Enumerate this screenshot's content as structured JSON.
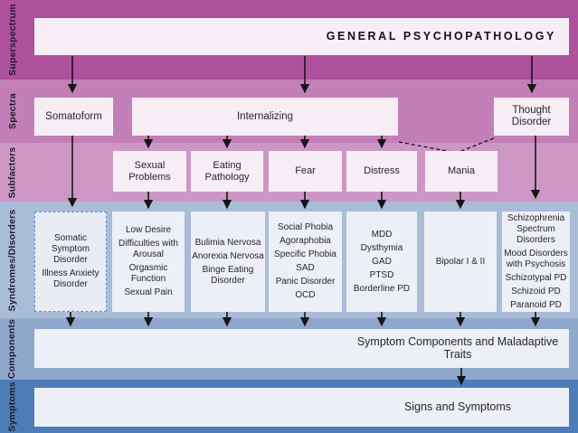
{
  "band_labels": {
    "superspectrum": "Superspectrum",
    "spectra": "Spectra",
    "subfactors": "Subfactors",
    "syndromes": "Syndromes/DIsorders",
    "components": "Components",
    "symptoms": "Symptoms"
  },
  "superspectrum": {
    "title": "GENERAL PSYCHOPATHOLOGY"
  },
  "spectra": {
    "somatoform": "Somatoform",
    "internalizing": "Internalizing",
    "thought_disorder": "Thought Disorder"
  },
  "subfactors": {
    "sexual_problems": "Sexual Problems",
    "eating_pathology": "Eating Pathology",
    "fear": "Fear",
    "distress": "Distress",
    "mania": "Mania"
  },
  "syndromes": {
    "somatoform_col": {
      "items": [
        "Somatic Symptom Disorder",
        "Illness Anxiety Disorder"
      ]
    },
    "sexual_col": {
      "items": [
        "Low Desire",
        "Difficulties with Arousal",
        "Orgasmic Function",
        "Sexual Pain"
      ]
    },
    "eating_col": {
      "items": [
        "Bulimia Nervosa",
        "Anorexia Nervosa",
        "Binge Eating Disorder"
      ]
    },
    "fear_col": {
      "items": [
        "Social Phobia",
        "Agoraphobia",
        "Specific Phobia",
        "SAD",
        "Panic Disorder",
        "OCD"
      ]
    },
    "distress_col": {
      "items": [
        "MDD",
        "Dysthymia",
        "GAD",
        "PTSD",
        "Borderline PD"
      ]
    },
    "mania_col": {
      "items": [
        "Bipolar I & II"
      ]
    },
    "thought_col": {
      "items": [
        "Schizophrenia Spectrum Disorders",
        "Mood Disorders with Psychosis",
        "Schizotypal PD",
        "Schizoid PD",
        "Paranoid PD"
      ]
    }
  },
  "components": {
    "label": "Symptom Components and Maladaptive Traits"
  },
  "symptoms": {
    "label": "Signs and Symptoms"
  },
  "colors": {
    "band_superspectrum": "#ae519d",
    "band_spectra": "#c37fb7",
    "band_subfactors": "#cc97c4",
    "band_syndromes": "#a9bcd8",
    "band_components": "#8fa7cb",
    "band_symptoms": "#4d7cb7",
    "node_pink": "#f7edf5",
    "node_blue": "#edeff6",
    "dashed_border_blue": "#6290ce",
    "arrow": "#161616"
  }
}
